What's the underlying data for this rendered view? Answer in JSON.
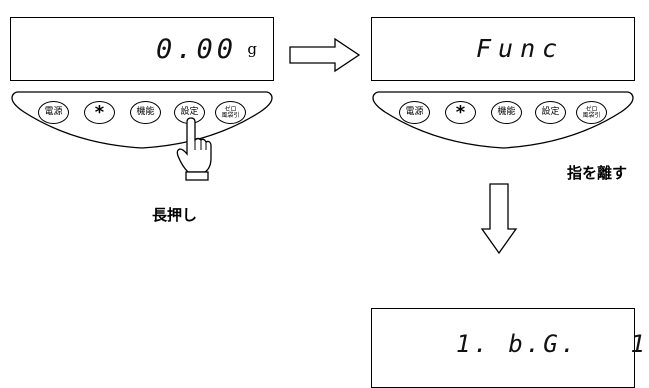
{
  "panel1": {
    "display": "0.00",
    "unit": "g",
    "buttons": [
      "電源",
      "*",
      "機能",
      "設定"
    ],
    "zero_button": {
      "top": "ゼロ",
      "bottom": "風袋引"
    }
  },
  "panel2": {
    "display": "Func",
    "buttons": [
      "電源",
      "*",
      "機能",
      "設定"
    ],
    "zero_button": {
      "top": "ゼロ",
      "bottom": "風袋引"
    }
  },
  "panel3": {
    "display": "1. b.G.   1"
  },
  "labels": {
    "long_press": "長押し",
    "release_finger": "指を離す"
  }
}
